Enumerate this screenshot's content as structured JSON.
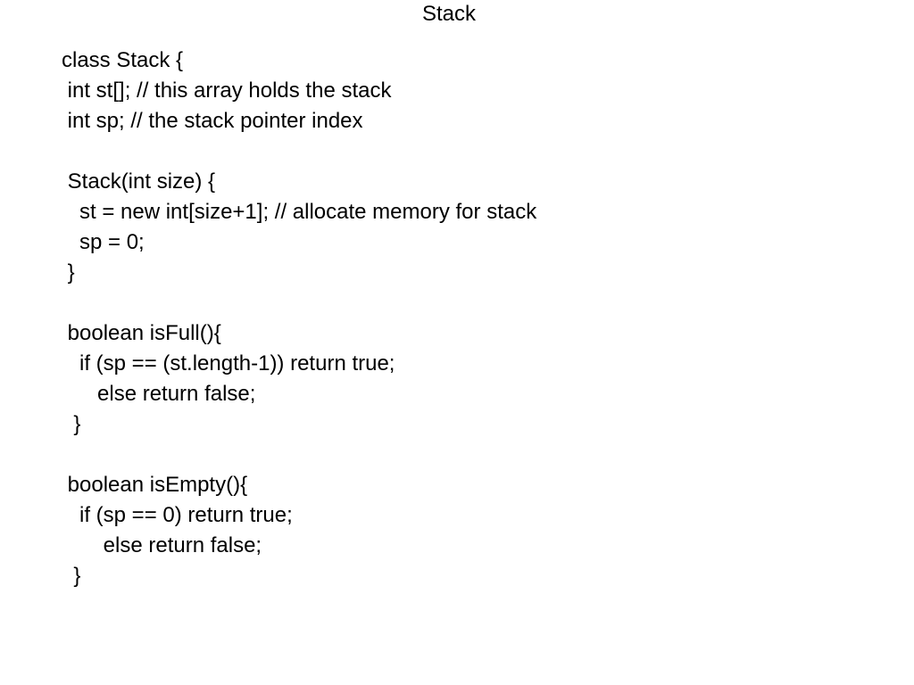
{
  "slide": {
    "title": "Stack",
    "code_lines": [
      "class Stack {",
      " int st[]; // this array holds the stack",
      " int sp; // the stack pointer index",
      "",
      " Stack(int size) {",
      "   st = new int[size+1]; // allocate memory for stack",
      "   sp = 0;",
      " }",
      "",
      " boolean isFull(){",
      "   if (sp == (st.length-1)) return true;",
      "      else return false;",
      "  }",
      "",
      " boolean isEmpty(){",
      "   if (sp == 0) return true;",
      "       else return false;",
      "  }"
    ]
  }
}
